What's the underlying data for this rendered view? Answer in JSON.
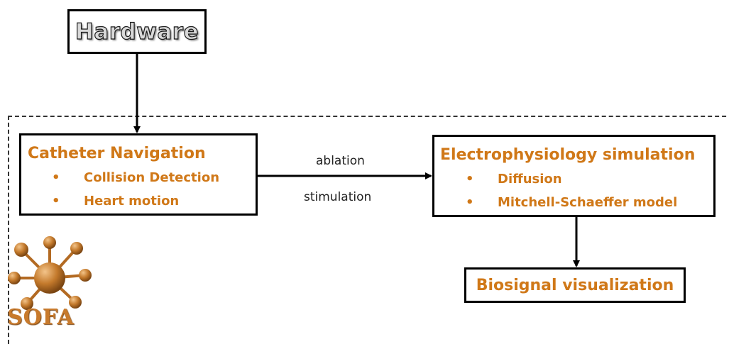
{
  "hardware": {
    "label": "Hardware"
  },
  "catheter": {
    "title": "Catheter Navigation",
    "bullets": [
      "Collision Detection",
      "Heart motion"
    ]
  },
  "edge": {
    "top_label": "ablation",
    "bottom_label": "stimulation"
  },
  "electro": {
    "title": "Electrophysiology simulation",
    "bullets": [
      "Diffusion",
      "Mitchell-Schaeffer model"
    ]
  },
  "biosignal": {
    "title": "Biosignal visualization"
  },
  "logo": {
    "text": "SOFA"
  },
  "colors": {
    "accent": "#d07818",
    "stroke": "#000000"
  }
}
